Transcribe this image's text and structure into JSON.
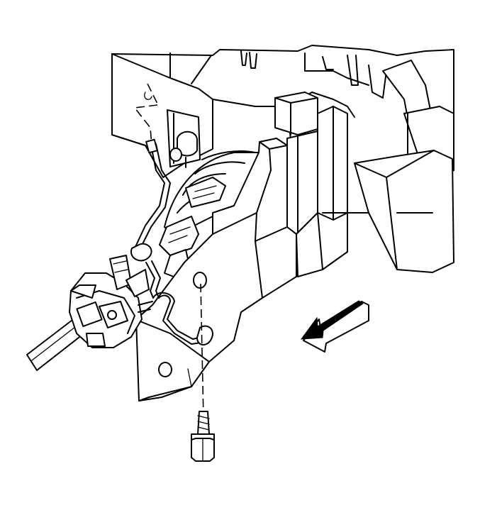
{
  "illustration": {
    "colors": {
      "line": "#000000",
      "background": "#ffffff",
      "arrow_fill": "#555555"
    },
    "parts": [
      "mounting-bracket",
      "bolt",
      "wiring-clip",
      "steering-column-shaft",
      "intermediate-shaft-coupler",
      "direction-arrow"
    ]
  }
}
